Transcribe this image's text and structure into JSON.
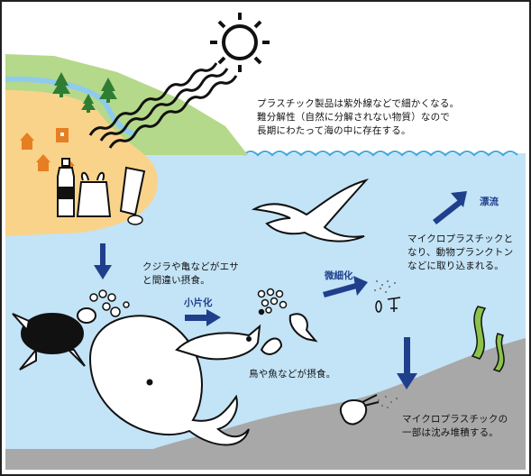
{
  "main_caption": {
    "line1": "プラスチック製品は紫外線などで細かくなる。",
    "line2": "難分解性（自然に分解されない物質）なので",
    "line3": "長期にわたって海の中に存在する。"
  },
  "whale_caption": {
    "line1": "クジラや亀などがエサ",
    "line2": "と間違い摂食。"
  },
  "fish_caption": "鳥や魚などが摂食。",
  "plankton_caption": {
    "line1": "マイクロプラスチックと",
    "line2": "なり、動物プランクトン",
    "line3": "などに取り込まれる。"
  },
  "sediment_caption": {
    "line1": "マイクロプラスチックの",
    "line2": "一部は沈み堆積する。"
  },
  "arrow_labels": {
    "fragment": "小片化",
    "micro": "微細化",
    "drift": "漂流"
  },
  "colors": {
    "sky": "#ffffff",
    "sea": "#c3e3f6",
    "hill": "#b5d98a",
    "beach": "#f9d38a",
    "seabed": "#a8a8a8",
    "arrow": "#1f3f8c",
    "house": "#e67e22",
    "seaweed": "#8bc34a"
  }
}
